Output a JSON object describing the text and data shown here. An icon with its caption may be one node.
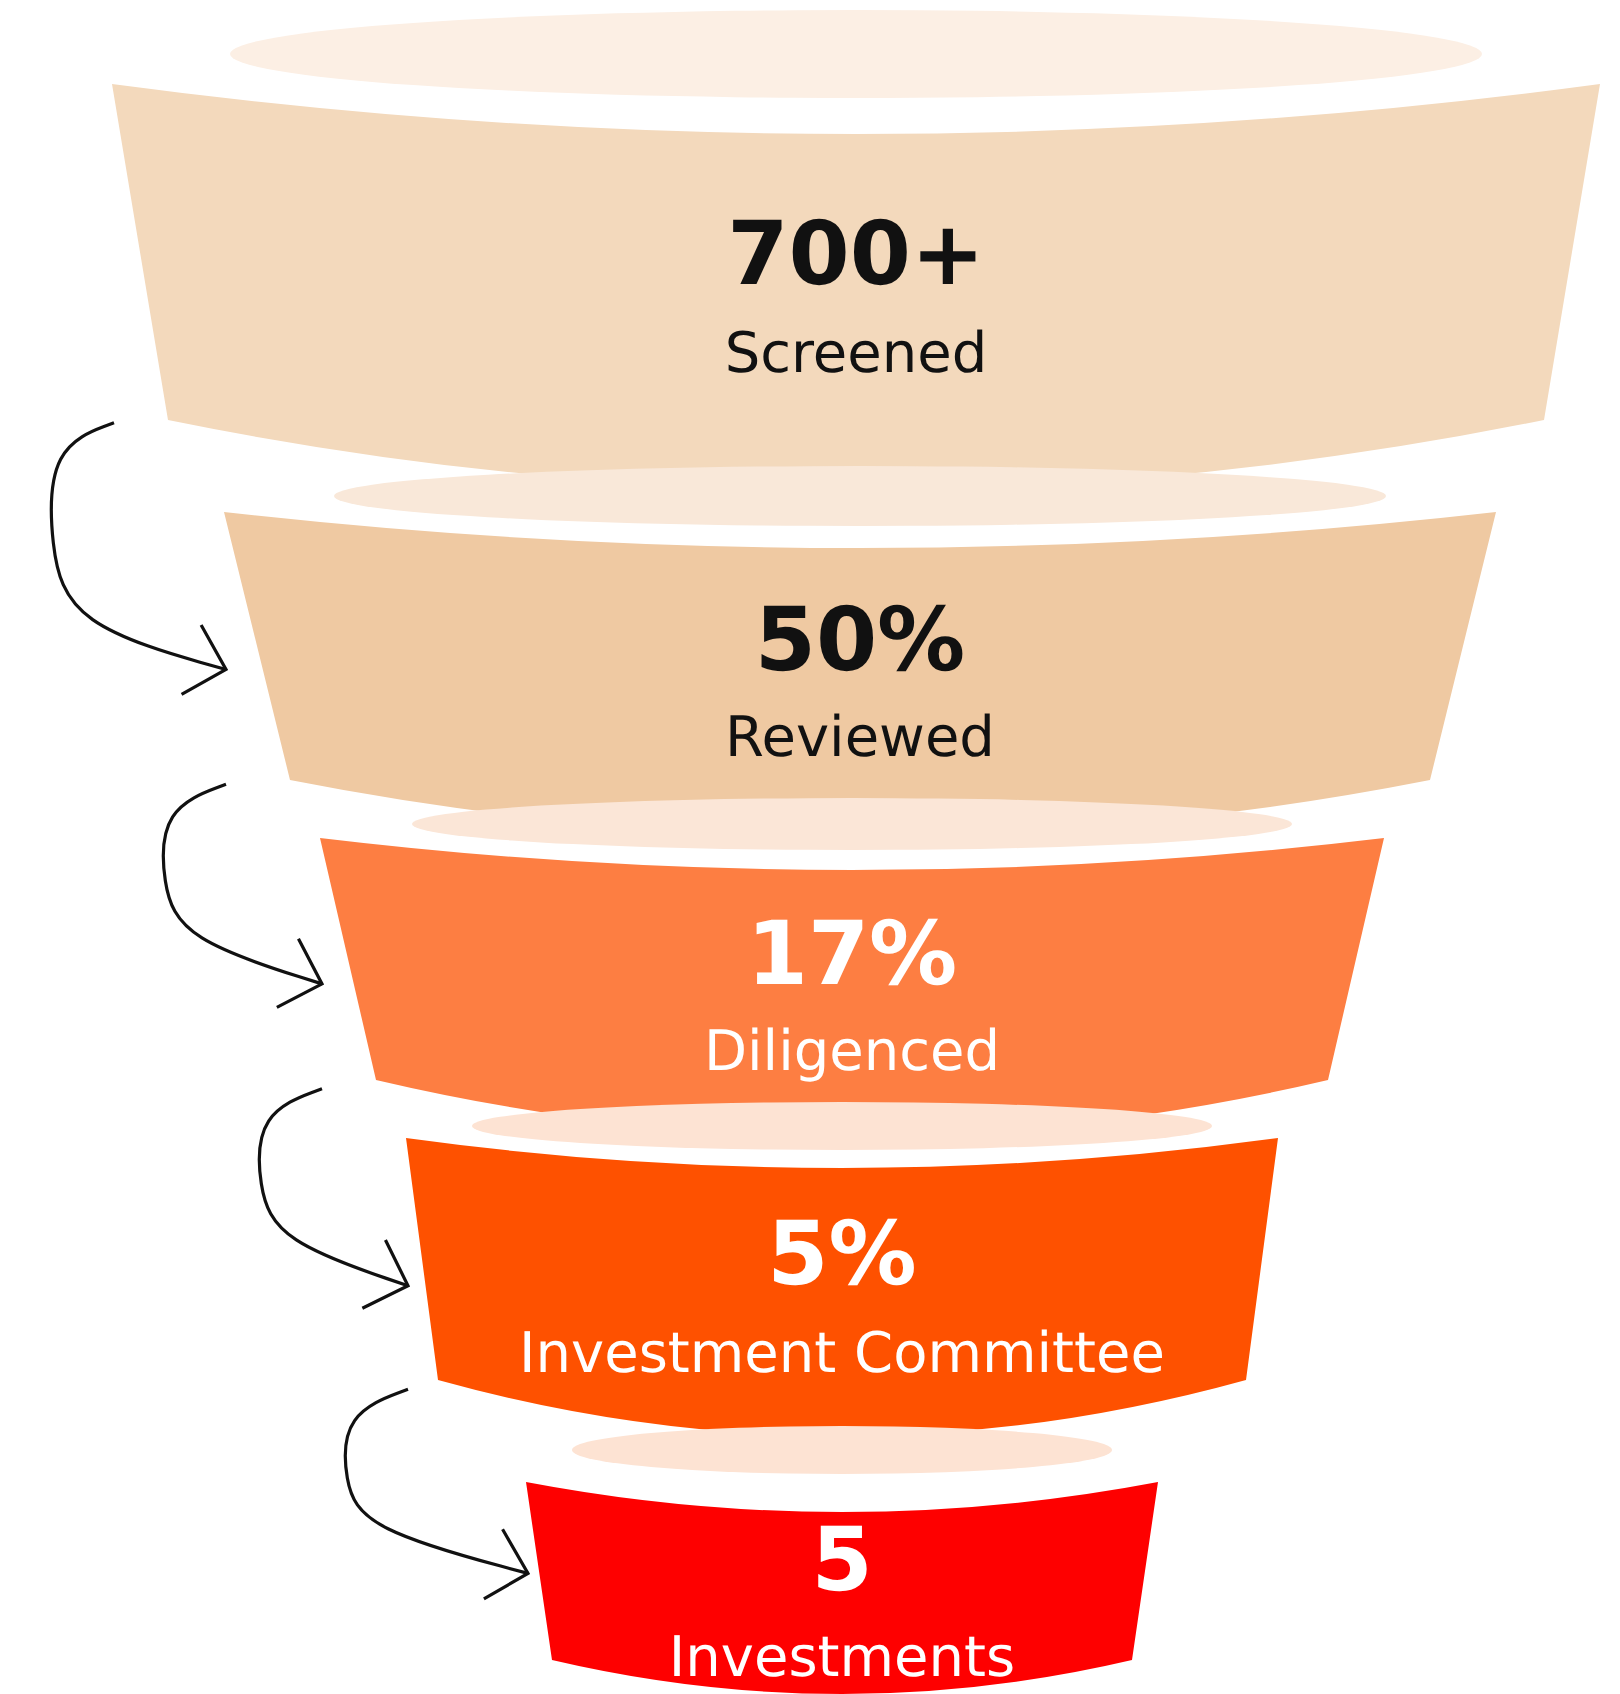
{
  "diagram": {
    "nodes": [
      {
        "text": [
          "700+",
          "Screened"
        ]
      },
      {
        "text": [
          "50%",
          "Reviewed"
        ]
      },
      {
        "text": [
          "17%",
          "Diligenced"
        ]
      },
      {
        "text": [
          "5%",
          "Investment Committee"
        ]
      },
      {
        "text": [
          "5",
          "Investments"
        ]
      }
    ],
    "edges": [
      {
        "from": 0,
        "to": 1,
        "arrow": "to"
      },
      {
        "from": 1,
        "to": 2,
        "arrow": "to"
      },
      {
        "from": 2,
        "to": 3,
        "arrow": "to"
      },
      {
        "from": 3,
        "to": 4,
        "arrow": "to"
      }
    ]
  }
}
